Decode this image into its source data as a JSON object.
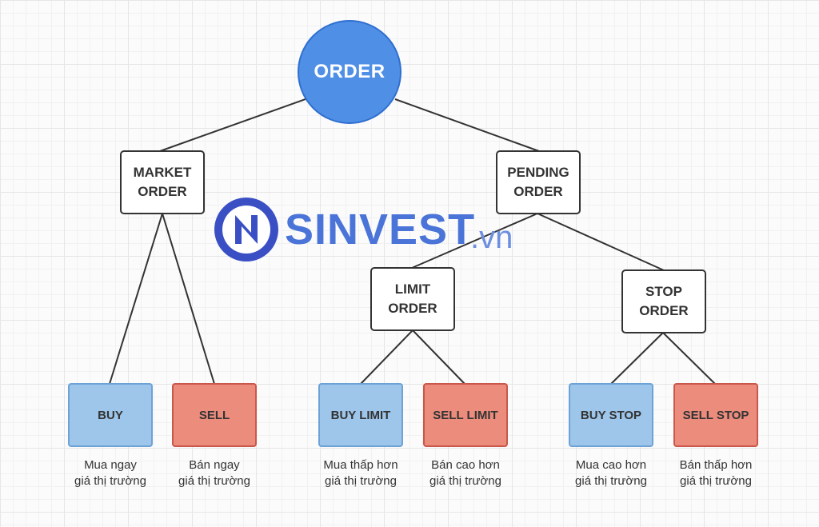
{
  "diagram": {
    "root": {
      "label": "ORDER"
    },
    "market": {
      "label_line1": "MARKET",
      "label_line2": "ORDER"
    },
    "pending": {
      "label_line1": "PENDING",
      "label_line2": "ORDER"
    },
    "limit": {
      "label_line1": "LIMIT",
      "label_line2": "ORDER"
    },
    "stop": {
      "label_line1": "STOP",
      "label_line2": "ORDER"
    },
    "leaves": [
      {
        "label": "BUY",
        "type": "buy",
        "desc_line1": "Mua ngay",
        "desc_line2": "giá thị trường"
      },
      {
        "label": "SELL",
        "type": "sell",
        "desc_line1": "Bán ngay",
        "desc_line2": "giá thị trường"
      },
      {
        "label": "BUY LIMIT",
        "type": "buy",
        "desc_line1": "Mua thấp hơn",
        "desc_line2": "giá thị trường"
      },
      {
        "label": "SELL LIMIT",
        "type": "sell",
        "desc_line1": "Bán cao hơn",
        "desc_line2": "giá thị trường"
      },
      {
        "label": "BUY STOP",
        "type": "buy",
        "desc_line1": "Mua cao hơn",
        "desc_line2": "giá thị trường"
      },
      {
        "label": "SELL STOP",
        "type": "sell",
        "desc_line1": "Bán thấp hơn",
        "desc_line2": "giá thị trường"
      }
    ]
  },
  "watermark": {
    "brand": "SINVEST",
    "tld": ".vn",
    "icon": "sinvest-logo-icon"
  },
  "colors": {
    "root_fill": "#4f8fe6",
    "buy_fill": "#9dc6ea",
    "sell_fill": "#ec8c7d",
    "brand": "#4b74d8"
  }
}
